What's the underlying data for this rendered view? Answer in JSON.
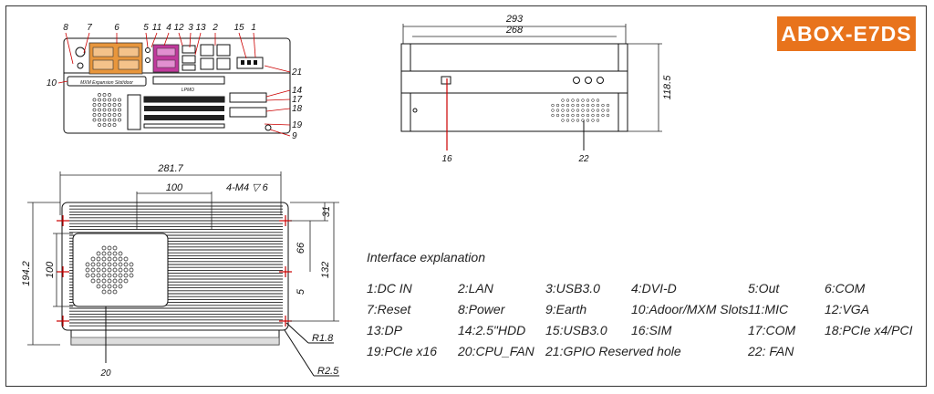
{
  "model": "ABOX-E7DS",
  "colors": {
    "accent": "#e8731c",
    "callout": "#cc0000",
    "line": "#111111"
  },
  "interface_title": "Interface explanation",
  "interfaces": [
    "1:DC IN",
    "2:LAN",
    "3:USB3.0",
    "4:DVI-D",
    "5:Out",
    "6:COM",
    "7:Reset",
    "8:Power",
    "9:Earth",
    "10:Adoor/MXM Slots",
    "11:MIC",
    "12:VGA",
    "13:DP",
    "14:2.5\"HDD",
    "15:USB3.0",
    "16:SIM",
    "17:COM",
    "18:PCIe x4/PCI",
    "19:PCIe x16",
    "20:CPU_FAN",
    "21:GPIO  Reserved hole",
    "22: FAN"
  ],
  "front_callouts": [
    "8",
    "7",
    "6",
    "5",
    "11",
    "4",
    "12",
    "3",
    "13",
    "2",
    "15",
    "1",
    "21",
    "10",
    "14",
    "17",
    "18",
    "19",
    "9"
  ],
  "front_panel_labels": {
    "slot_label": "MXM Expansion Slot/door",
    "port_label": "LPMO"
  },
  "side_view": {
    "width_overall": "293",
    "width_inner": "268",
    "height": "118.5",
    "callouts": [
      "16",
      "22"
    ]
  },
  "top_view": {
    "length": "281.7",
    "hole_spacing": "100",
    "hole_spec": "4-M4 ▽ 6",
    "depth": "194.2",
    "fan_height": "100",
    "dim_31": "31",
    "dim_66": "66",
    "dim_132": "132",
    "dim_5": "5",
    "radius_1": "R1.8",
    "radius_2": "R2.5",
    "callout": "20"
  }
}
